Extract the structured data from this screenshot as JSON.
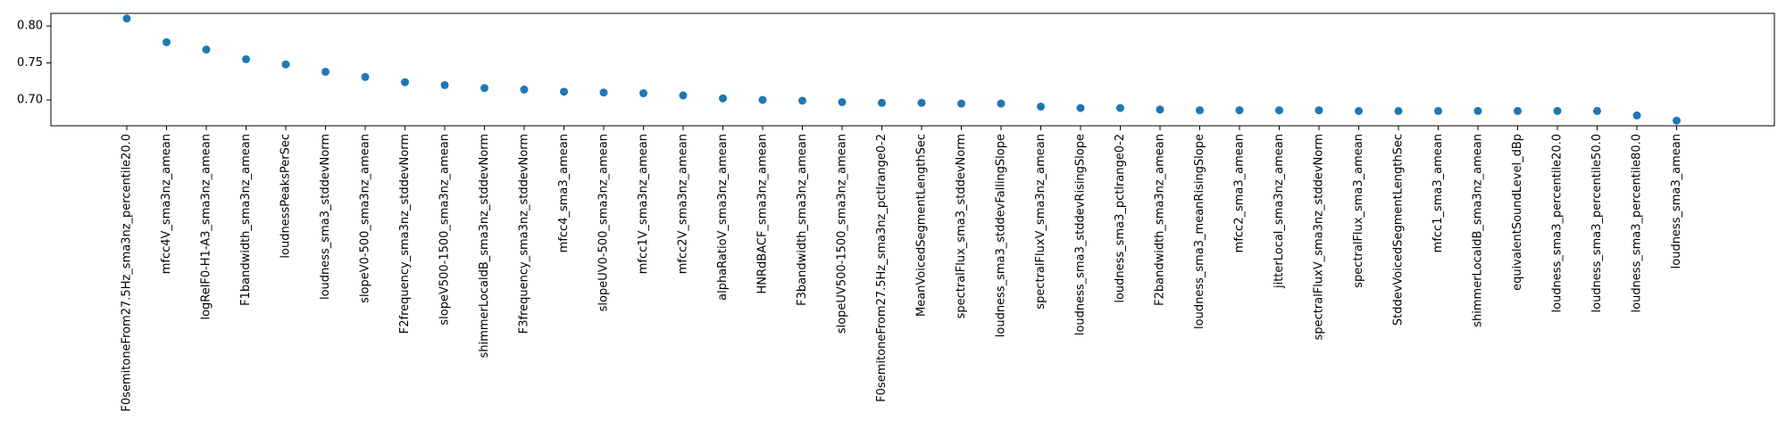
{
  "chart_data": {
    "type": "scatter",
    "title": "",
    "xlabel": "",
    "ylabel": "",
    "ylim": [
      0.665,
      0.817
    ],
    "yticks": [
      0.7,
      0.75,
      0.8
    ],
    "ytick_labels": [
      "0.70",
      "0.75",
      "0.80"
    ],
    "grid": false,
    "legend": "none",
    "marker_color": "#1f77b4",
    "categories": [
      "F0semitoneFrom27.5Hz_sma3nz_percentile20.0",
      "mfcc4V_sma3nz_amean",
      "logRelF0-H1-A3_sma3nz_amean",
      "F1bandwidth_sma3nz_amean",
      "loudnessPeaksPerSec",
      "loudness_sma3_stddevNorm",
      "slopeV0-500_sma3nz_amean",
      "F2frequency_sma3nz_stddevNorm",
      "slopeV500-1500_sma3nz_amean",
      "shimmerLocaldB_sma3nz_stddevNorm",
      "F3frequency_sma3nz_stddevNorm",
      "mfcc4_sma3_amean",
      "slopeUV0-500_sma3nz_amean",
      "mfcc1V_sma3nz_amean",
      "mfcc2V_sma3nz_amean",
      "alphaRatioV_sma3nz_amean",
      "HNRdBACF_sma3nz_amean",
      "F3bandwidth_sma3nz_amean",
      "slopeUV500-1500_sma3nz_amean",
      "F0semitoneFrom27.5Hz_sma3nz_pctlrange0-2",
      "MeanVoicedSegmentLengthSec",
      "spectralFlux_sma3_stddevNorm",
      "loudness_sma3_stddevFallingSlope",
      "spectralFluxV_sma3nz_amean",
      "loudness_sma3_stddevRisingSlope",
      "loudness_sma3_pctlrange0-2",
      "F2bandwidth_sma3nz_amean",
      "loudness_sma3_meanRisingSlope",
      "mfcc2_sma3_amean",
      "jitterLocal_sma3nz_amean",
      "spectralFluxV_sma3nz_stddevNorm",
      "spectralFlux_sma3_amean",
      "StddevVoicedSegmentLengthSec",
      "mfcc1_sma3_amean",
      "shimmerLocaldB_sma3nz_amean",
      "equivalentSoundLevel_dBp",
      "loudness_sma3_percentile20.0",
      "loudness_sma3_percentile50.0",
      "loudness_sma3_percentile80.0",
      "loudness_sma3_amean"
    ],
    "values": [
      0.81,
      0.778,
      0.768,
      0.755,
      0.748,
      0.738,
      0.731,
      0.724,
      0.72,
      0.716,
      0.714,
      0.711,
      0.71,
      0.709,
      0.706,
      0.702,
      0.7,
      0.699,
      0.697,
      0.696,
      0.696,
      0.695,
      0.695,
      0.691,
      0.689,
      0.689,
      0.687,
      0.686,
      0.686,
      0.686,
      0.686,
      0.685,
      0.685,
      0.685,
      0.685,
      0.685,
      0.685,
      0.685,
      0.679,
      0.672
    ]
  }
}
